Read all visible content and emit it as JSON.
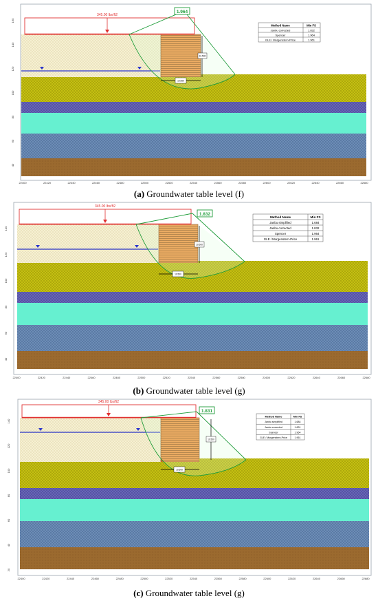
{
  "colors": {
    "sand": "#f6f0d2",
    "clay_yellow": "#c8c312",
    "purple": "#6a67b8",
    "cyan": "#66f0d0",
    "blue_gray": "#6f8fb8",
    "brown": "#9b6a2f",
    "wall": "#ef8f3a",
    "load": "#e03030",
    "water": "#2a34cc",
    "slip": "#1f9d3a"
  },
  "panels": [
    {
      "id": "a",
      "fs_value": "1.964",
      "load_label": "345.00 lbs/ft2",
      "dim_v": "10.500",
      "dim_h": "10.500",
      "x_ticks": [
        "22400",
        "22420",
        "22440",
        "22460",
        "22480",
        "22500",
        "22520",
        "22540",
        "22560",
        "22580",
        "22600",
        "22620",
        "22640",
        "22660",
        "22680"
      ],
      "y_ticks": [
        "160",
        "140",
        "120",
        "100",
        "80",
        "60",
        "40"
      ],
      "table": {
        "headers": [
          "Method Name",
          "Min FS"
        ],
        "rows": [
          [
            "Janbu corrected",
            "1.832"
          ],
          [
            "Spencer",
            "1.964"
          ],
          [
            "GLE / Morgenstern-Price",
            "1.961"
          ]
        ]
      },
      "caption_letter": "(a)",
      "caption_text": " Groundwater table level (f)"
    },
    {
      "id": "b",
      "fs_value": "1.832",
      "load_label": "345.00 lbs/ft2",
      "dim_v": "10.500",
      "dim_h": "10.500",
      "x_ticks": [
        "22400",
        "22420",
        "22440",
        "22460",
        "22480",
        "22500",
        "22520",
        "22540",
        "22560",
        "22580",
        "22600",
        "22620",
        "22640",
        "22660",
        "22680"
      ],
      "y_ticks": [
        "140",
        "120",
        "100",
        "80",
        "60",
        "40"
      ],
      "table": {
        "headers": [
          "Method Name",
          "Min FS"
        ],
        "rows": [
          [
            "Janbu simplified",
            "1.684"
          ],
          [
            "Janbu corrected",
            "1.832"
          ],
          [
            "Spencer",
            "1.964"
          ],
          [
            "GLE / Morgenstern-Price",
            "1.961"
          ]
        ]
      },
      "caption_letter": "(b)",
      "caption_text": " Groundwater table level (g)"
    },
    {
      "id": "c",
      "fs_value": "1.831",
      "load_label": "345.00 lbs/ft2",
      "dim_v": "10.500",
      "dim_h": "10.500",
      "x_ticks": [
        "22400",
        "22420",
        "22440",
        "22460",
        "22480",
        "22500",
        "22520",
        "22540",
        "22560",
        "22580",
        "22600",
        "22620",
        "22640",
        "22660",
        "22680"
      ],
      "y_ticks": [
        "140",
        "120",
        "100",
        "80",
        "60",
        "40",
        "20"
      ],
      "table": {
        "headers": [
          "Method Name",
          "Min FS"
        ],
        "rows": [
          [
            "Janbu simplified",
            "1.684"
          ],
          [
            "Janbu corrected",
            "1.831"
          ],
          [
            "Spencer",
            "1.964"
          ],
          [
            "GLE / Morgenstern-Price",
            "1.961"
          ]
        ]
      },
      "caption_letter": "(c)",
      "caption_text": " Groundwater table level (g)"
    }
  ]
}
